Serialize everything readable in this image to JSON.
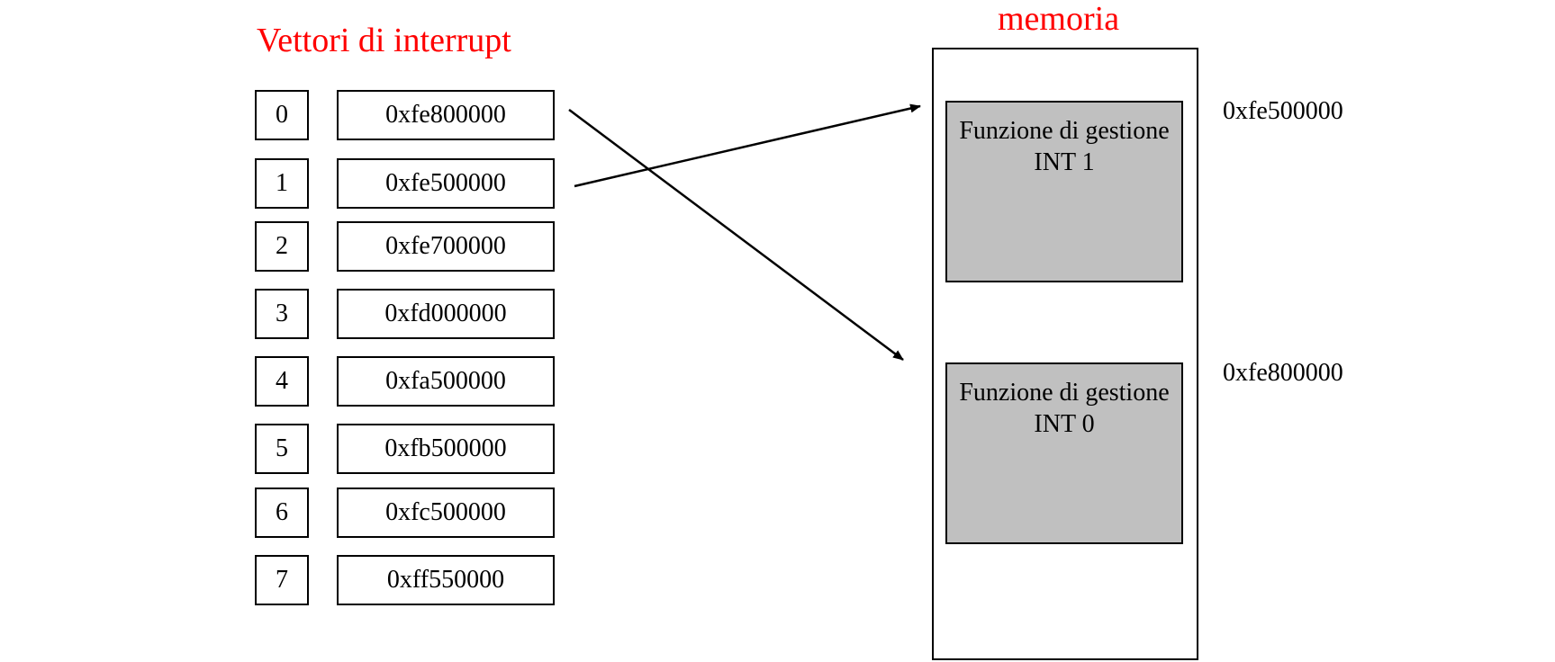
{
  "vector_table": {
    "title": "Vettori di interrupt",
    "title_color": "#ff0000",
    "rows": [
      {
        "index": "0",
        "address": "0xfe800000"
      },
      {
        "index": "1",
        "address": "0xfe500000"
      },
      {
        "index": "2",
        "address": "0xfe700000"
      },
      {
        "index": "3",
        "address": "0xfd000000"
      },
      {
        "index": "4",
        "address": "0xfa500000"
      },
      {
        "index": "5",
        "address": "0xfb500000"
      },
      {
        "index": "6",
        "address": "0xfc500000"
      },
      {
        "index": "7",
        "address": "0xff550000"
      }
    ]
  },
  "memory": {
    "title": "memoria",
    "title_color": "#ff0000",
    "handler_fill": "#c0c0c0",
    "handlers": [
      {
        "line1": "Funzione di gestione",
        "line2": "INT 1",
        "address": "0xfe500000"
      },
      {
        "line1": "Funzione di gestione",
        "line2": "INT 0",
        "address": "0xfe800000"
      }
    ]
  }
}
